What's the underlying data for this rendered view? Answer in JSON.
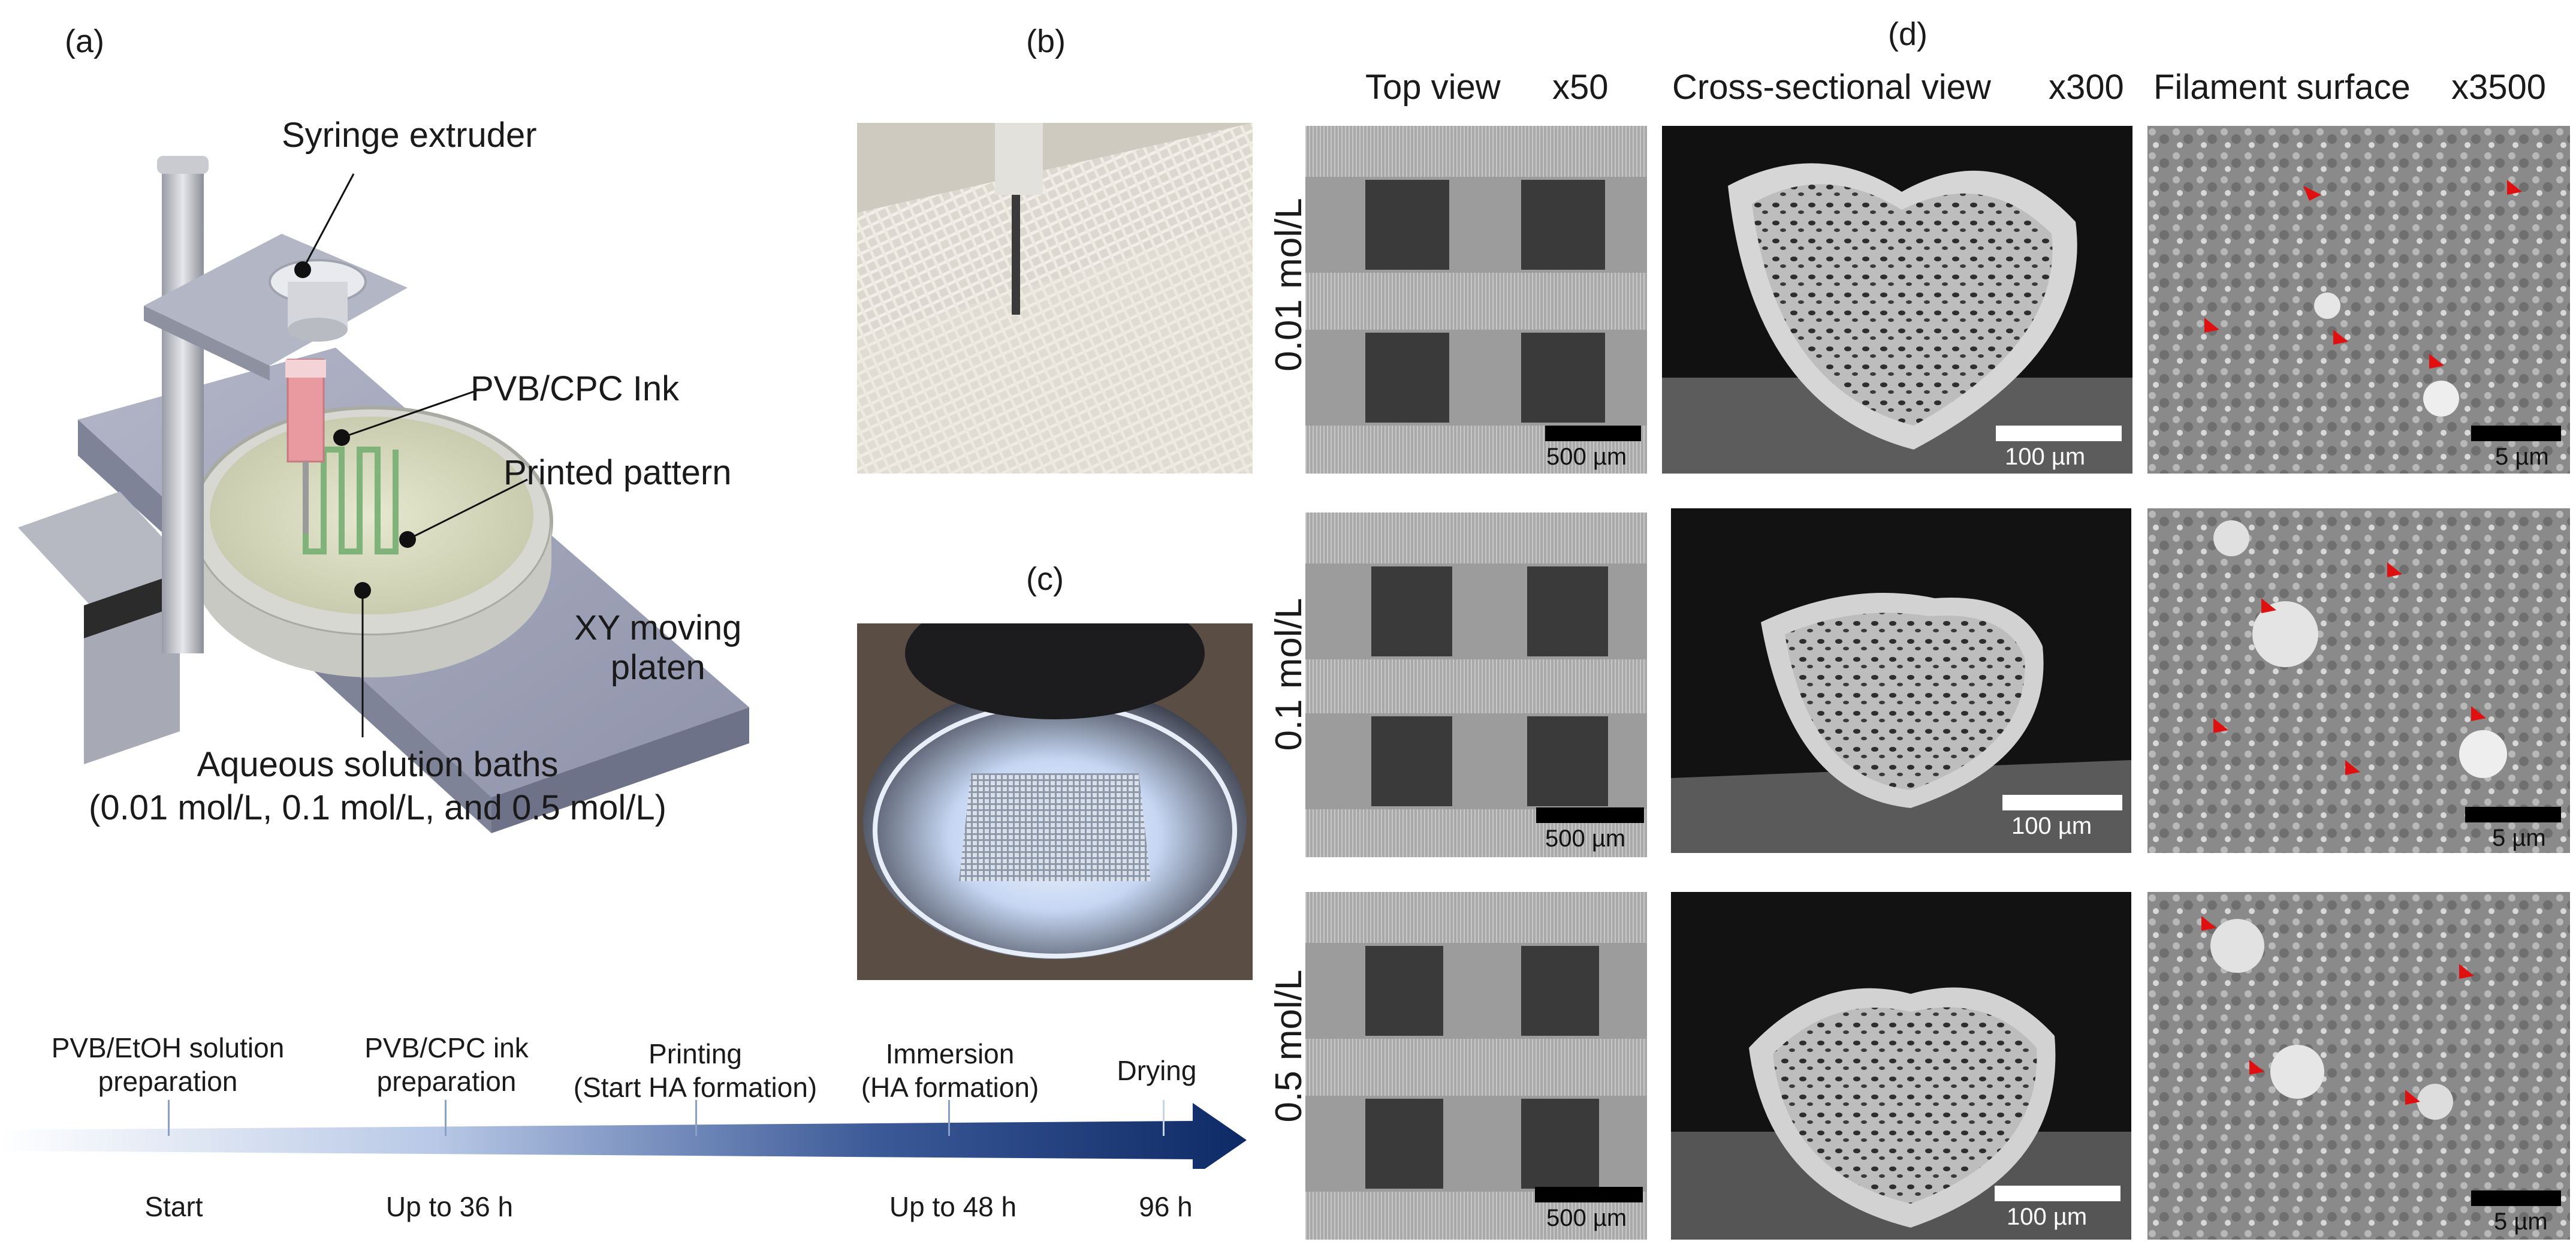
{
  "panel_labels": {
    "a": "(a)",
    "b": "(b)",
    "c": "(c)",
    "d": "(d)"
  },
  "schematic": {
    "syringe_extruder": "Syringe extruder",
    "ink": "PVB/CPC Ink",
    "printed_pattern": "Printed pattern",
    "xy_line1": "XY moving",
    "xy_line2": "platen",
    "baths_line1": "Aqueous solution baths",
    "baths_line2": "(0.01 mol/L, 0.1 mol/L, and 0.5 mol/L)"
  },
  "timeline": {
    "steps": [
      {
        "line1": "PVB/EtOH solution",
        "line2": "preparation"
      },
      {
        "line1": "PVB/CPC ink",
        "line2": "preparation"
      },
      {
        "line1": "Printing",
        "line2": "(Start HA formation)"
      },
      {
        "line1": "Immersion",
        "line2": "(HA formation)"
      },
      {
        "line1": "Drying",
        "line2": ""
      }
    ],
    "times": [
      "Start",
      "Up to 36 h",
      "Up to 48 h",
      "96 h"
    ]
  },
  "sem": {
    "columns": [
      {
        "title": "Top view",
        "mag": "x50"
      },
      {
        "title": "Cross-sectional view",
        "mag": "x300"
      },
      {
        "title": "Filament surface",
        "mag": "x3500"
      }
    ],
    "rows": [
      "0.01 mol/L",
      "0.1 mol/L",
      "0.5 mol/L"
    ],
    "scale": [
      "500 µm",
      "100 µm",
      "5 µm"
    ]
  },
  "colors": {
    "arrow_dark": "#0d2a66",
    "arrow_light": "#dfe8f6",
    "ink_pink": "#e89aa0",
    "platen": "#9ea3b8"
  }
}
